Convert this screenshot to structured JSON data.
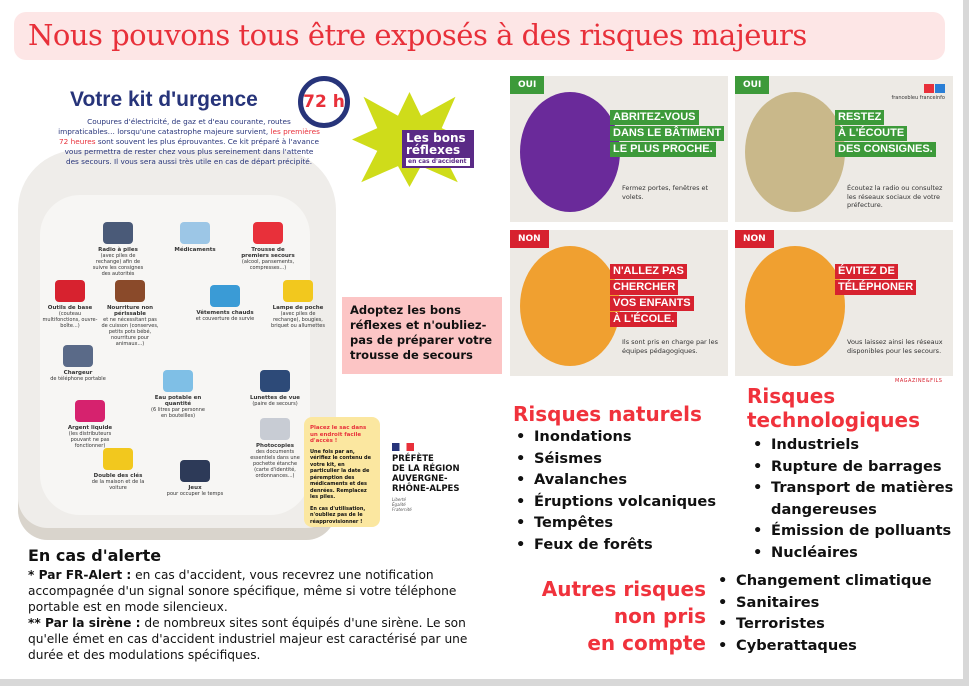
{
  "title": "Nous  pouvons tous être exposés à des risques majeurs",
  "kit": {
    "title": "Votre kit d'urgence",
    "timer": "72 h",
    "desc_1": "Coupures d'électricité, de gaz et d'eau courante, routes impraticables… lorsqu'une catastrophe majeure survient, ",
    "desc_red": "les premières 72 heures",
    "desc_2": " sont souvent les plus éprouvantes. Ce kit préparé à l'avance vous permettra de rester chez vous plus sereinement dans l'attente des secours. Il vous sera aussi très utile en cas de départ précipité.",
    "items": [
      {
        "name": "Radio à piles",
        "detail": "(avec piles de rechange) afin de suivre les consignes des autorités",
        "color": "#4a5a78"
      },
      {
        "name": "Médicaments",
        "detail": "",
        "color": "#9cc6e6"
      },
      {
        "name": "Trousse de premiers secours",
        "detail": "(alcool, pansements, compresses...)",
        "color": "#e8303a"
      },
      {
        "name": "Outils de base",
        "detail": "(couteau multifonctions, ouvre-boîte...)",
        "color": "#d7222f"
      },
      {
        "name": "Nourriture non périssable",
        "detail": "et ne nécessitant pas de cuisson (conserves, petits pots bébé, nourriture pour animaux...)",
        "color": "#8a4a2a"
      },
      {
        "name": "Vêtements chauds",
        "detail": "et couverture de survie",
        "color": "#3a9bd6"
      },
      {
        "name": "Lampe de poche",
        "detail": "(avec piles de rechange), bougies, briquet ou allumettes",
        "color": "#f2c81e"
      },
      {
        "name": "Chargeur",
        "detail": "de téléphone portable",
        "color": "#5a6a88"
      },
      {
        "name": "Eau potable en quantité",
        "detail": "(6 litres par personne en bouteilles)",
        "color": "#7fbfe6"
      },
      {
        "name": "Lunettes de vue",
        "detail": "(paire de secours)",
        "color": "#2d4a78"
      },
      {
        "name": "Argent liquide",
        "detail": "(les distributeurs pouvant ne pas fonctionner)",
        "color": "#d6226e"
      },
      {
        "name": "Photocopies",
        "detail": "des documents essentiels dans une pochette étanche (carte d'identité, ordonnances...)",
        "color": "#c8ccd4"
      },
      {
        "name": "Double des clés",
        "detail": "de la maison et de la voiture",
        "color": "#f2c81e"
      },
      {
        "name": "Jeux",
        "detail": "pour occuper le temps",
        "color": "#2d3a58"
      }
    ],
    "note_red": "Placez le sac dans un endroit facile d'accès !",
    "note_1": "Une fois par an, vérifiez le contenu de votre kit, en particulier la date de péremption des médicaments et des denrées. Remplacez les piles.",
    "note_2": "En cas d'utilisation, n'oubliez pas de le réapprovisionner !"
  },
  "prefet": {
    "lines": [
      "PRÉFÈTE",
      "DE LA RÉGION",
      "AUVERGNE-",
      "RHÔNE-ALPES"
    ],
    "devise": [
      "Liberté",
      "Égalité",
      "Fraternité"
    ]
  },
  "reflex": {
    "title": "Les bons réflexes",
    "subtitle": "en cas d'accident"
  },
  "adopt": "Adoptez les bons réflexes et n'oubliez-pas de préparer votre trousse de secours",
  "alert": {
    "title": "En cas d'alerte",
    "fr_label": "* Par FR-Alert :",
    "fr_text": " en cas d'accident, vous recevrez une notification accompagnée d'un signal sonore spécifique, même si votre téléphone portable est en mode silencieux.",
    "siren_label": "** Par la sirène :",
    "siren_text": " de nombreux sites sont équipés d'une sirène. Le son qu'elle émet en cas d'accident industriel majeur est caractérisé par une durée et des modulations spécifiques."
  },
  "cards": [
    {
      "badge": "OUI",
      "head": [
        "ABRITEZ-VOUS",
        "DANS LE BÂTIMENT",
        "LE PLUS PROCHE."
      ],
      "sub": "Fermez portes, fenêtres et volets."
    },
    {
      "badge": "OUI",
      "head": [
        "RESTEZ",
        "À L'ÉCOUTE",
        "DES CONSIGNES."
      ],
      "sub": "Écoutez la radio ou consultez les réseaux sociaux de votre préfecture.",
      "logo": "francebleu franceinfo"
    },
    {
      "badge": "NON",
      "head": [
        "N'ALLEZ PAS",
        "CHERCHER",
        "VOS ENFANTS",
        "À L'ÉCOLE."
      ],
      "sub": "Ils sont pris en charge par les équipes pédagogiques."
    },
    {
      "badge": "NON",
      "head": [
        "ÉVITEZ DE",
        "TÉLÉPHONER"
      ],
      "sub": "Vous laissez ainsi les réseaux disponibles pour les secours."
    }
  ],
  "magazine": "MAGAZINE&FILS",
  "risks": {
    "natural": {
      "title": "Risques naturels",
      "items": [
        "Inondations",
        "Séismes",
        "Avalanches",
        "Éruptions volcaniques",
        "Tempêtes",
        "Feux de forêts"
      ]
    },
    "tech": {
      "title_1": "Risques",
      "title_2": "technologiques",
      "items": [
        "Industriels",
        "Rupture de barrages",
        "Transport de matières",
        "dangereuses",
        "Émission de polluants",
        "Nucléaires"
      ]
    },
    "other": {
      "title": [
        "Autres risques",
        "non pris",
        "en compte"
      ],
      "items": [
        "Changement climatique",
        "Sanitaires",
        "Terroristes",
        "Cyberattaques"
      ]
    }
  },
  "colors": {
    "accent_red": "#f0323c",
    "navy": "#27347a",
    "oui_green": "#3d9a3a",
    "non_red": "#d7222f",
    "pink_bg": "#fde6e6"
  }
}
